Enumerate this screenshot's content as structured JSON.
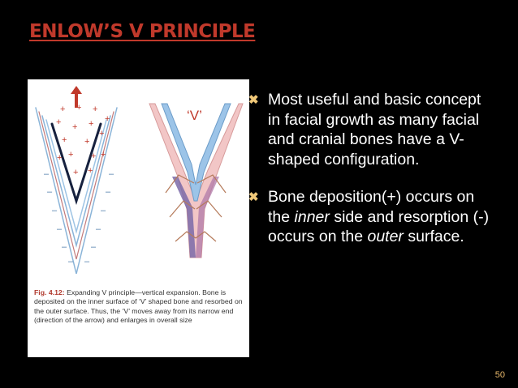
{
  "slide": {
    "title": "ENLOW’S V PRINCIPLE",
    "page_number": "50",
    "accent_color": "#c0392b"
  },
  "figure": {
    "v_label": "‘V’",
    "caption_label": "Fig. 4.12:",
    "caption_text": " Expanding V principle—vertical expansion. Bone is deposited on the inner surface of ‘V’ shaped bone and resorbed on the outer surface. Thus, the ‘V’ moves away from its narrow end (direction of the arrow) and enlarges in overall size",
    "deposition_marks": [
      "+",
      "+",
      "+",
      "+",
      "+",
      "+",
      "+",
      "+",
      "+",
      "+",
      "+",
      "+",
      "+",
      "+",
      "+",
      "+"
    ],
    "resorption_marks": [
      "–",
      "–",
      "–",
      "–",
      "–",
      "–",
      "–",
      "–",
      "–",
      "–",
      "–",
      "–"
    ]
  },
  "bullets": [
    {
      "icon": "x-bullet-icon",
      "mark": "✖",
      "text": "Most useful and basic concept in facial growth as many facial and cranial bones have a V-shaped configuration."
    },
    {
      "icon": "x-bullet-icon",
      "mark": "✖",
      "text_a": "Bone deposition(+) occurs on the ",
      "em_a": "inner",
      "text_b": " side and resorption (-) occurs on the ",
      "em_b": "outer",
      "text_c": " surface."
    }
  ]
}
